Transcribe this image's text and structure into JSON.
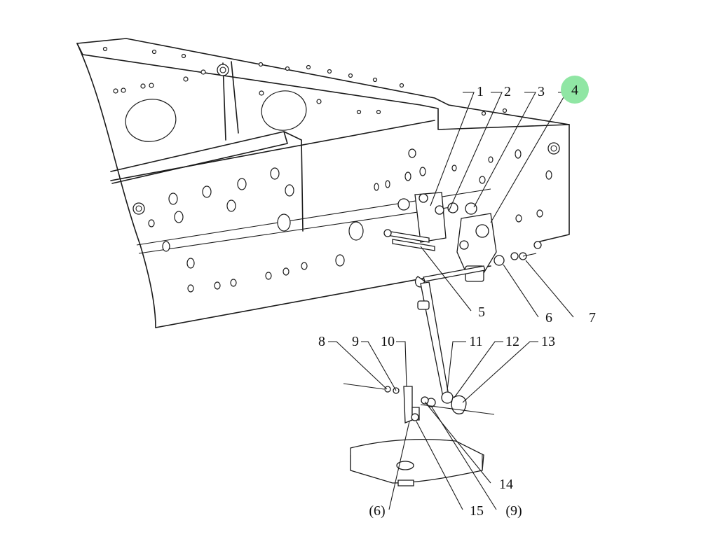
{
  "highlight_color": "#90e6a4",
  "callouts": [
    {
      "id": "c1",
      "label": "1"
    },
    {
      "id": "c2",
      "label": "2"
    },
    {
      "id": "c3",
      "label": "3"
    },
    {
      "id": "c4",
      "label": "4",
      "highlighted": true
    },
    {
      "id": "c5",
      "label": "5"
    },
    {
      "id": "c6",
      "label": "6"
    },
    {
      "id": "c7",
      "label": "7"
    },
    {
      "id": "c8",
      "label": "8"
    },
    {
      "id": "c9",
      "label": "9"
    },
    {
      "id": "c10",
      "label": "10"
    },
    {
      "id": "c11",
      "label": "11"
    },
    {
      "id": "c12",
      "label": "12"
    },
    {
      "id": "c13",
      "label": "13"
    },
    {
      "id": "c14",
      "label": "14"
    },
    {
      "id": "c15",
      "label": "15"
    },
    {
      "id": "c6b",
      "label": "(6)"
    },
    {
      "id": "c9b",
      "label": "(9)"
    }
  ]
}
